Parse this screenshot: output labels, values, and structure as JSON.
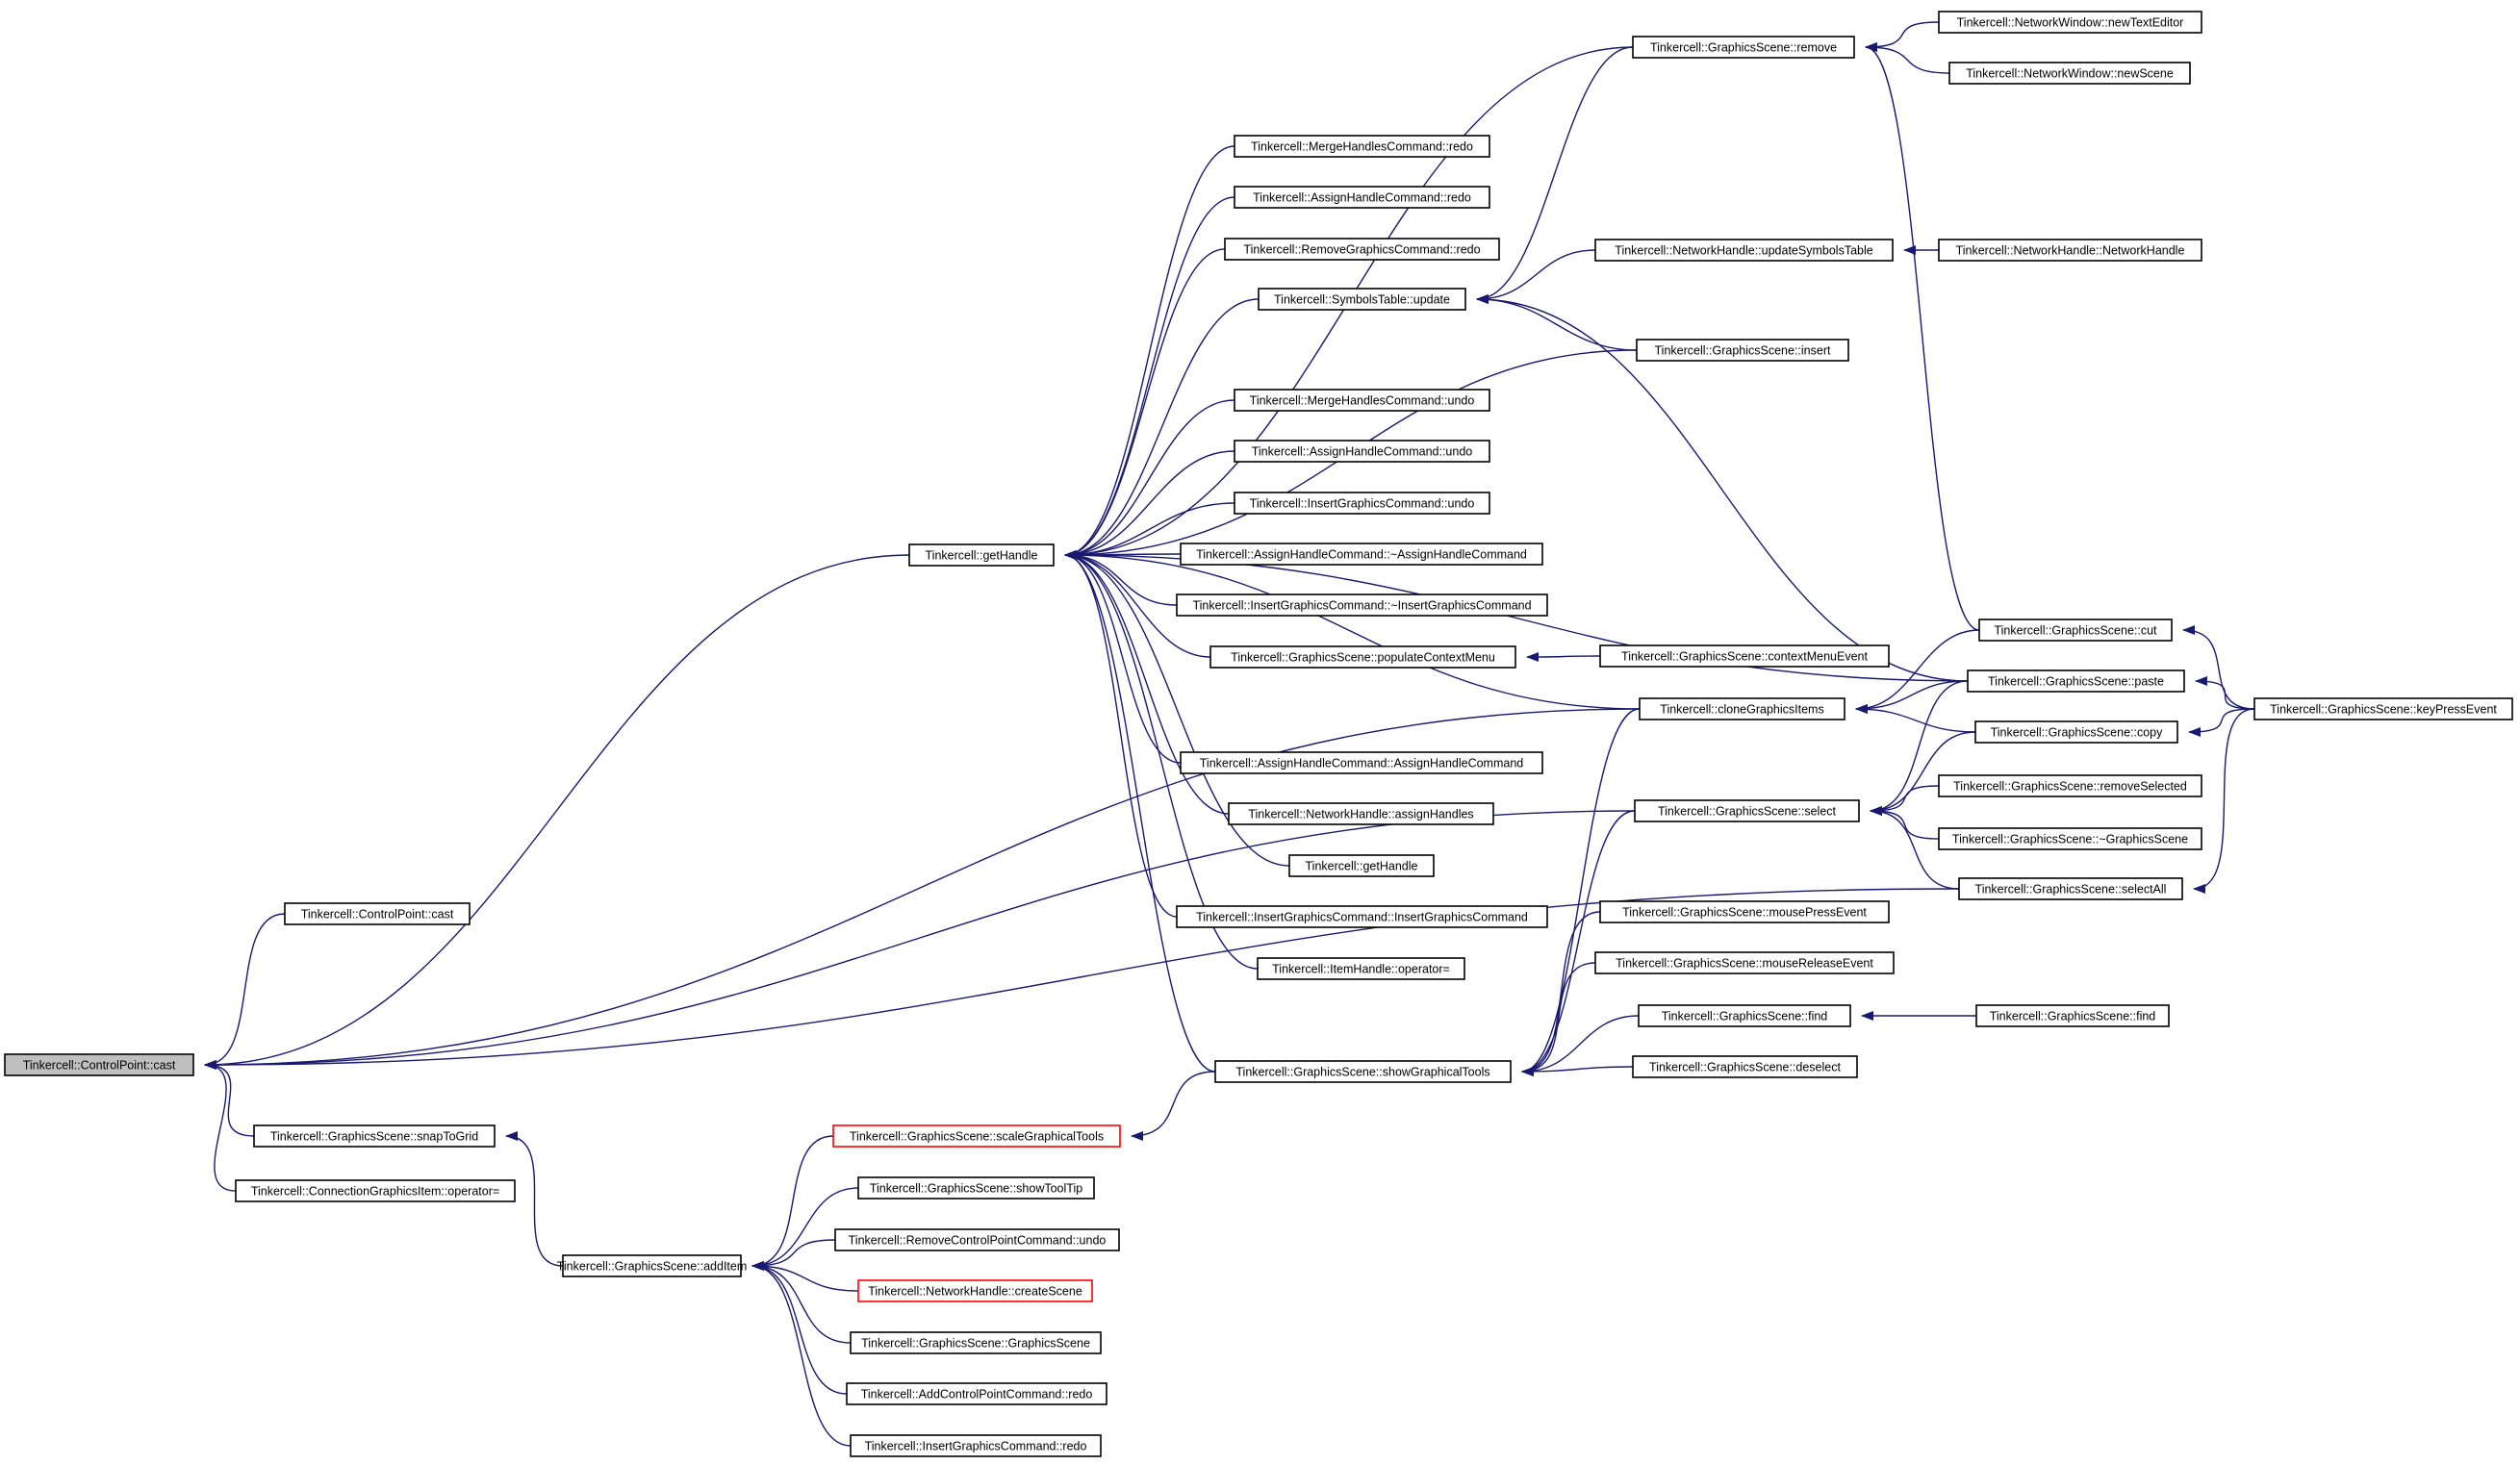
{
  "graph": {
    "title": "",
    "edge_color": "#191970",
    "root_fill": "#bfbfbf",
    "truncated_border": "#ff0000",
    "nodes": [
      {
        "id": "root",
        "label": "Tinkercell::ControlPoint::cast",
        "kind": "root"
      },
      {
        "id": "cpcast2",
        "label": "Tinkercell::ControlPoint::cast"
      },
      {
        "id": "snap",
        "label": "Tinkercell::GraphicsScene::snapToGrid"
      },
      {
        "id": "cgiop",
        "label": "Tinkercell::ConnectionGraphicsItem::operator="
      },
      {
        "id": "additem",
        "label": "Tinkercell::GraphicsScene::addItem"
      },
      {
        "id": "gethandle",
        "label": "Tinkercell::getHandle"
      },
      {
        "id": "scaletools",
        "label": "Tinkercell::GraphicsScene::scaleGraphicalTools",
        "kind": "truncated"
      },
      {
        "id": "tooltip",
        "label": "Tinkercell::GraphicsScene::showToolTip"
      },
      {
        "id": "rmcpundo",
        "label": "Tinkercell::RemoveControlPointCommand::undo"
      },
      {
        "id": "createscene",
        "label": "Tinkercell::NetworkHandle::createScene",
        "kind": "truncated"
      },
      {
        "id": "gsctor",
        "label": "Tinkercell::GraphicsScene::GraphicsScene"
      },
      {
        "id": "addcpredo",
        "label": "Tinkercell::AddControlPointCommand::redo"
      },
      {
        "id": "insredo",
        "label": "Tinkercell::InsertGraphicsCommand::redo"
      },
      {
        "id": "mhredo",
        "label": "Tinkercell::MergeHandlesCommand::redo"
      },
      {
        "id": "ahredo",
        "label": "Tinkercell::AssignHandleCommand::redo"
      },
      {
        "id": "rgredo",
        "label": "Tinkercell::RemoveGraphicsCommand::redo"
      },
      {
        "id": "stupdate",
        "label": "Tinkercell::SymbolsTable::update"
      },
      {
        "id": "mhundo",
        "label": "Tinkercell::MergeHandlesCommand::undo"
      },
      {
        "id": "ahundo",
        "label": "Tinkercell::AssignHandleCommand::undo"
      },
      {
        "id": "igundo",
        "label": "Tinkercell::InsertGraphicsCommand::undo"
      },
      {
        "id": "ahdtor",
        "label": "Tinkercell::AssignHandleCommand::~AssignHandleCommand"
      },
      {
        "id": "igdtor",
        "label": "Tinkercell::InsertGraphicsCommand::~InsertGraphicsCommand"
      },
      {
        "id": "popctx",
        "label": "Tinkercell::GraphicsScene::populateContextMenu"
      },
      {
        "id": "ahctor",
        "label": "Tinkercell::AssignHandleCommand::AssignHandleCommand"
      },
      {
        "id": "nhassign",
        "label": "Tinkercell::NetworkHandle::assignHandles"
      },
      {
        "id": "gethandle2",
        "label": "Tinkercell::getHandle"
      },
      {
        "id": "igctor",
        "label": "Tinkercell::InsertGraphicsCommand::InsertGraphicsCommand"
      },
      {
        "id": "ihop",
        "label": "Tinkercell::ItemHandle::operator="
      },
      {
        "id": "showtools",
        "label": "Tinkercell::GraphicsScene::showGraphicalTools"
      },
      {
        "id": "remove",
        "label": "Tinkercell::GraphicsScene::remove"
      },
      {
        "id": "nhupdsym",
        "label": "Tinkercell::NetworkHandle::updateSymbolsTable"
      },
      {
        "id": "insert",
        "label": "Tinkercell::GraphicsScene::insert"
      },
      {
        "id": "ctxevent",
        "label": "Tinkercell::GraphicsScene::contextMenuEvent"
      },
      {
        "id": "clone",
        "label": "Tinkercell::cloneGraphicsItems"
      },
      {
        "id": "select",
        "label": "Tinkercell::GraphicsScene::select"
      },
      {
        "id": "mpress",
        "label": "Tinkercell::GraphicsScene::mousePressEvent"
      },
      {
        "id": "mrelease",
        "label": "Tinkercell::GraphicsScene::mouseReleaseEvent"
      },
      {
        "id": "find1",
        "label": "Tinkercell::GraphicsScene::find"
      },
      {
        "id": "deselect",
        "label": "Tinkercell::GraphicsScene::deselect"
      },
      {
        "id": "newtext",
        "label": "Tinkercell::NetworkWindow::newTextEditor"
      },
      {
        "id": "newscene",
        "label": "Tinkercell::NetworkWindow::newScene"
      },
      {
        "id": "nhctor",
        "label": "Tinkercell::NetworkHandle::NetworkHandle"
      },
      {
        "id": "cut",
        "label": "Tinkercell::GraphicsScene::cut"
      },
      {
        "id": "paste",
        "label": "Tinkercell::GraphicsScene::paste"
      },
      {
        "id": "copy",
        "label": "Tinkercell::GraphicsScene::copy"
      },
      {
        "id": "rmsel",
        "label": "Tinkercell::GraphicsScene::removeSelected"
      },
      {
        "id": "gsdtor",
        "label": "Tinkercell::GraphicsScene::~GraphicsScene"
      },
      {
        "id": "selall",
        "label": "Tinkercell::GraphicsScene::selectAll"
      },
      {
        "id": "find2",
        "label": "Tinkercell::GraphicsScene::find"
      },
      {
        "id": "keypress",
        "label": "Tinkercell::GraphicsScene::keyPressEvent"
      }
    ],
    "edges": [
      {
        "from": "root",
        "to": "cpcast2"
      },
      {
        "from": "root",
        "to": "gethandle"
      },
      {
        "from": "root",
        "to": "clone"
      },
      {
        "from": "root",
        "to": "select"
      },
      {
        "from": "root",
        "to": "selall"
      },
      {
        "from": "root",
        "to": "snap"
      },
      {
        "from": "root",
        "to": "cgiop"
      },
      {
        "from": "snap",
        "to": "additem"
      },
      {
        "from": "additem",
        "to": "scaletools"
      },
      {
        "from": "additem",
        "to": "tooltip"
      },
      {
        "from": "additem",
        "to": "rmcpundo"
      },
      {
        "from": "additem",
        "to": "createscene"
      },
      {
        "from": "additem",
        "to": "gsctor"
      },
      {
        "from": "additem",
        "to": "addcpredo"
      },
      {
        "from": "additem",
        "to": "insredo"
      },
      {
        "from": "scaletools",
        "to": "showtools"
      },
      {
        "from": "gethandle",
        "to": "remove"
      },
      {
        "from": "gethandle",
        "to": "paste"
      },
      {
        "from": "gethandle",
        "to": "mhredo"
      },
      {
        "from": "gethandle",
        "to": "ahredo"
      },
      {
        "from": "gethandle",
        "to": "rgredo"
      },
      {
        "from": "gethandle",
        "to": "stupdate"
      },
      {
        "from": "gethandle",
        "to": "insert"
      },
      {
        "from": "gethandle",
        "to": "mhundo"
      },
      {
        "from": "gethandle",
        "to": "ahundo"
      },
      {
        "from": "gethandle",
        "to": "igundo"
      },
      {
        "from": "gethandle",
        "to": "ahdtor"
      },
      {
        "from": "gethandle",
        "to": "igdtor"
      },
      {
        "from": "gethandle",
        "to": "popctx"
      },
      {
        "from": "gethandle",
        "to": "clone"
      },
      {
        "from": "gethandle",
        "to": "ahctor"
      },
      {
        "from": "gethandle",
        "to": "nhassign"
      },
      {
        "from": "gethandle",
        "to": "gethandle2"
      },
      {
        "from": "gethandle",
        "to": "igctor"
      },
      {
        "from": "gethandle",
        "to": "ihop"
      },
      {
        "from": "gethandle",
        "to": "showtools"
      },
      {
        "from": "stupdate",
        "to": "remove"
      },
      {
        "from": "stupdate",
        "to": "nhupdsym"
      },
      {
        "from": "stupdate",
        "to": "insert"
      },
      {
        "from": "stupdate",
        "to": "paste"
      },
      {
        "from": "popctx",
        "to": "ctxevent"
      },
      {
        "from": "showtools",
        "to": "clone"
      },
      {
        "from": "showtools",
        "to": "select"
      },
      {
        "from": "showtools",
        "to": "mpress"
      },
      {
        "from": "showtools",
        "to": "mrelease"
      },
      {
        "from": "showtools",
        "to": "find1"
      },
      {
        "from": "showtools",
        "to": "deselect"
      },
      {
        "from": "remove",
        "to": "newtext"
      },
      {
        "from": "remove",
        "to": "newscene"
      },
      {
        "from": "remove",
        "to": "cut"
      },
      {
        "from": "nhupdsym",
        "to": "nhctor"
      },
      {
        "from": "find1",
        "to": "find2"
      },
      {
        "from": "clone",
        "to": "cut"
      },
      {
        "from": "clone",
        "to": "paste"
      },
      {
        "from": "clone",
        "to": "copy"
      },
      {
        "from": "select",
        "to": "paste"
      },
      {
        "from": "select",
        "to": "copy"
      },
      {
        "from": "select",
        "to": "rmsel"
      },
      {
        "from": "select",
        "to": "gsdtor"
      },
      {
        "from": "select",
        "to": "selall"
      },
      {
        "from": "cut",
        "to": "keypress"
      },
      {
        "from": "paste",
        "to": "keypress"
      },
      {
        "from": "copy",
        "to": "keypress"
      },
      {
        "from": "selall",
        "to": "keypress"
      }
    ]
  }
}
